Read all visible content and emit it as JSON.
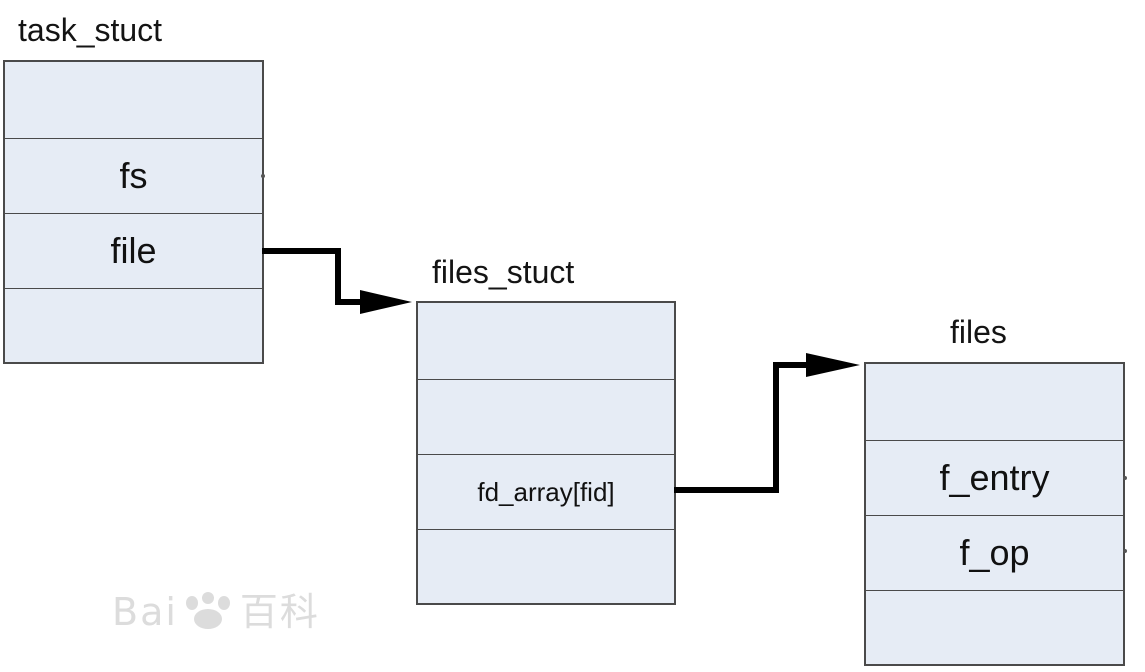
{
  "task_struct": {
    "title": "task_stuct",
    "fields": [
      "",
      "fs",
      "file",
      ""
    ]
  },
  "files_struct": {
    "title": "files_stuct",
    "fields": [
      "",
      "",
      "fd_array[fid]",
      ""
    ]
  },
  "files": {
    "title": "files",
    "fields": [
      "",
      "f_entry",
      "f_op",
      ""
    ]
  },
  "watermark": {
    "text_left": "Bai",
    "text_right": "百科"
  },
  "colors": {
    "box_fill": "#e6ecf5",
    "box_border": "#4a4a4a",
    "arrow": "#000000"
  }
}
